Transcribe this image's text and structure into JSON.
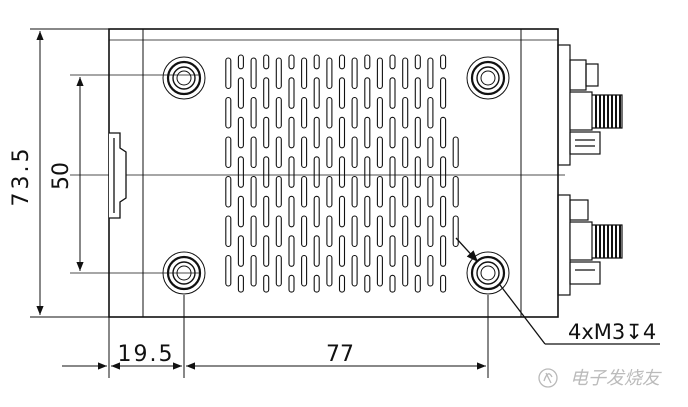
{
  "dimensions": {
    "height_total": "73.5",
    "hole_spacing_vertical": "50",
    "edge_to_hole": "19.5",
    "hole_spacing_horizontal": "77"
  },
  "callout": {
    "thread": "4xM3",
    "depth_symbol": "↧",
    "depth": "4"
  },
  "watermark": "电子发烧友",
  "colors": {
    "line": "#111111",
    "background": "#ffffff"
  }
}
